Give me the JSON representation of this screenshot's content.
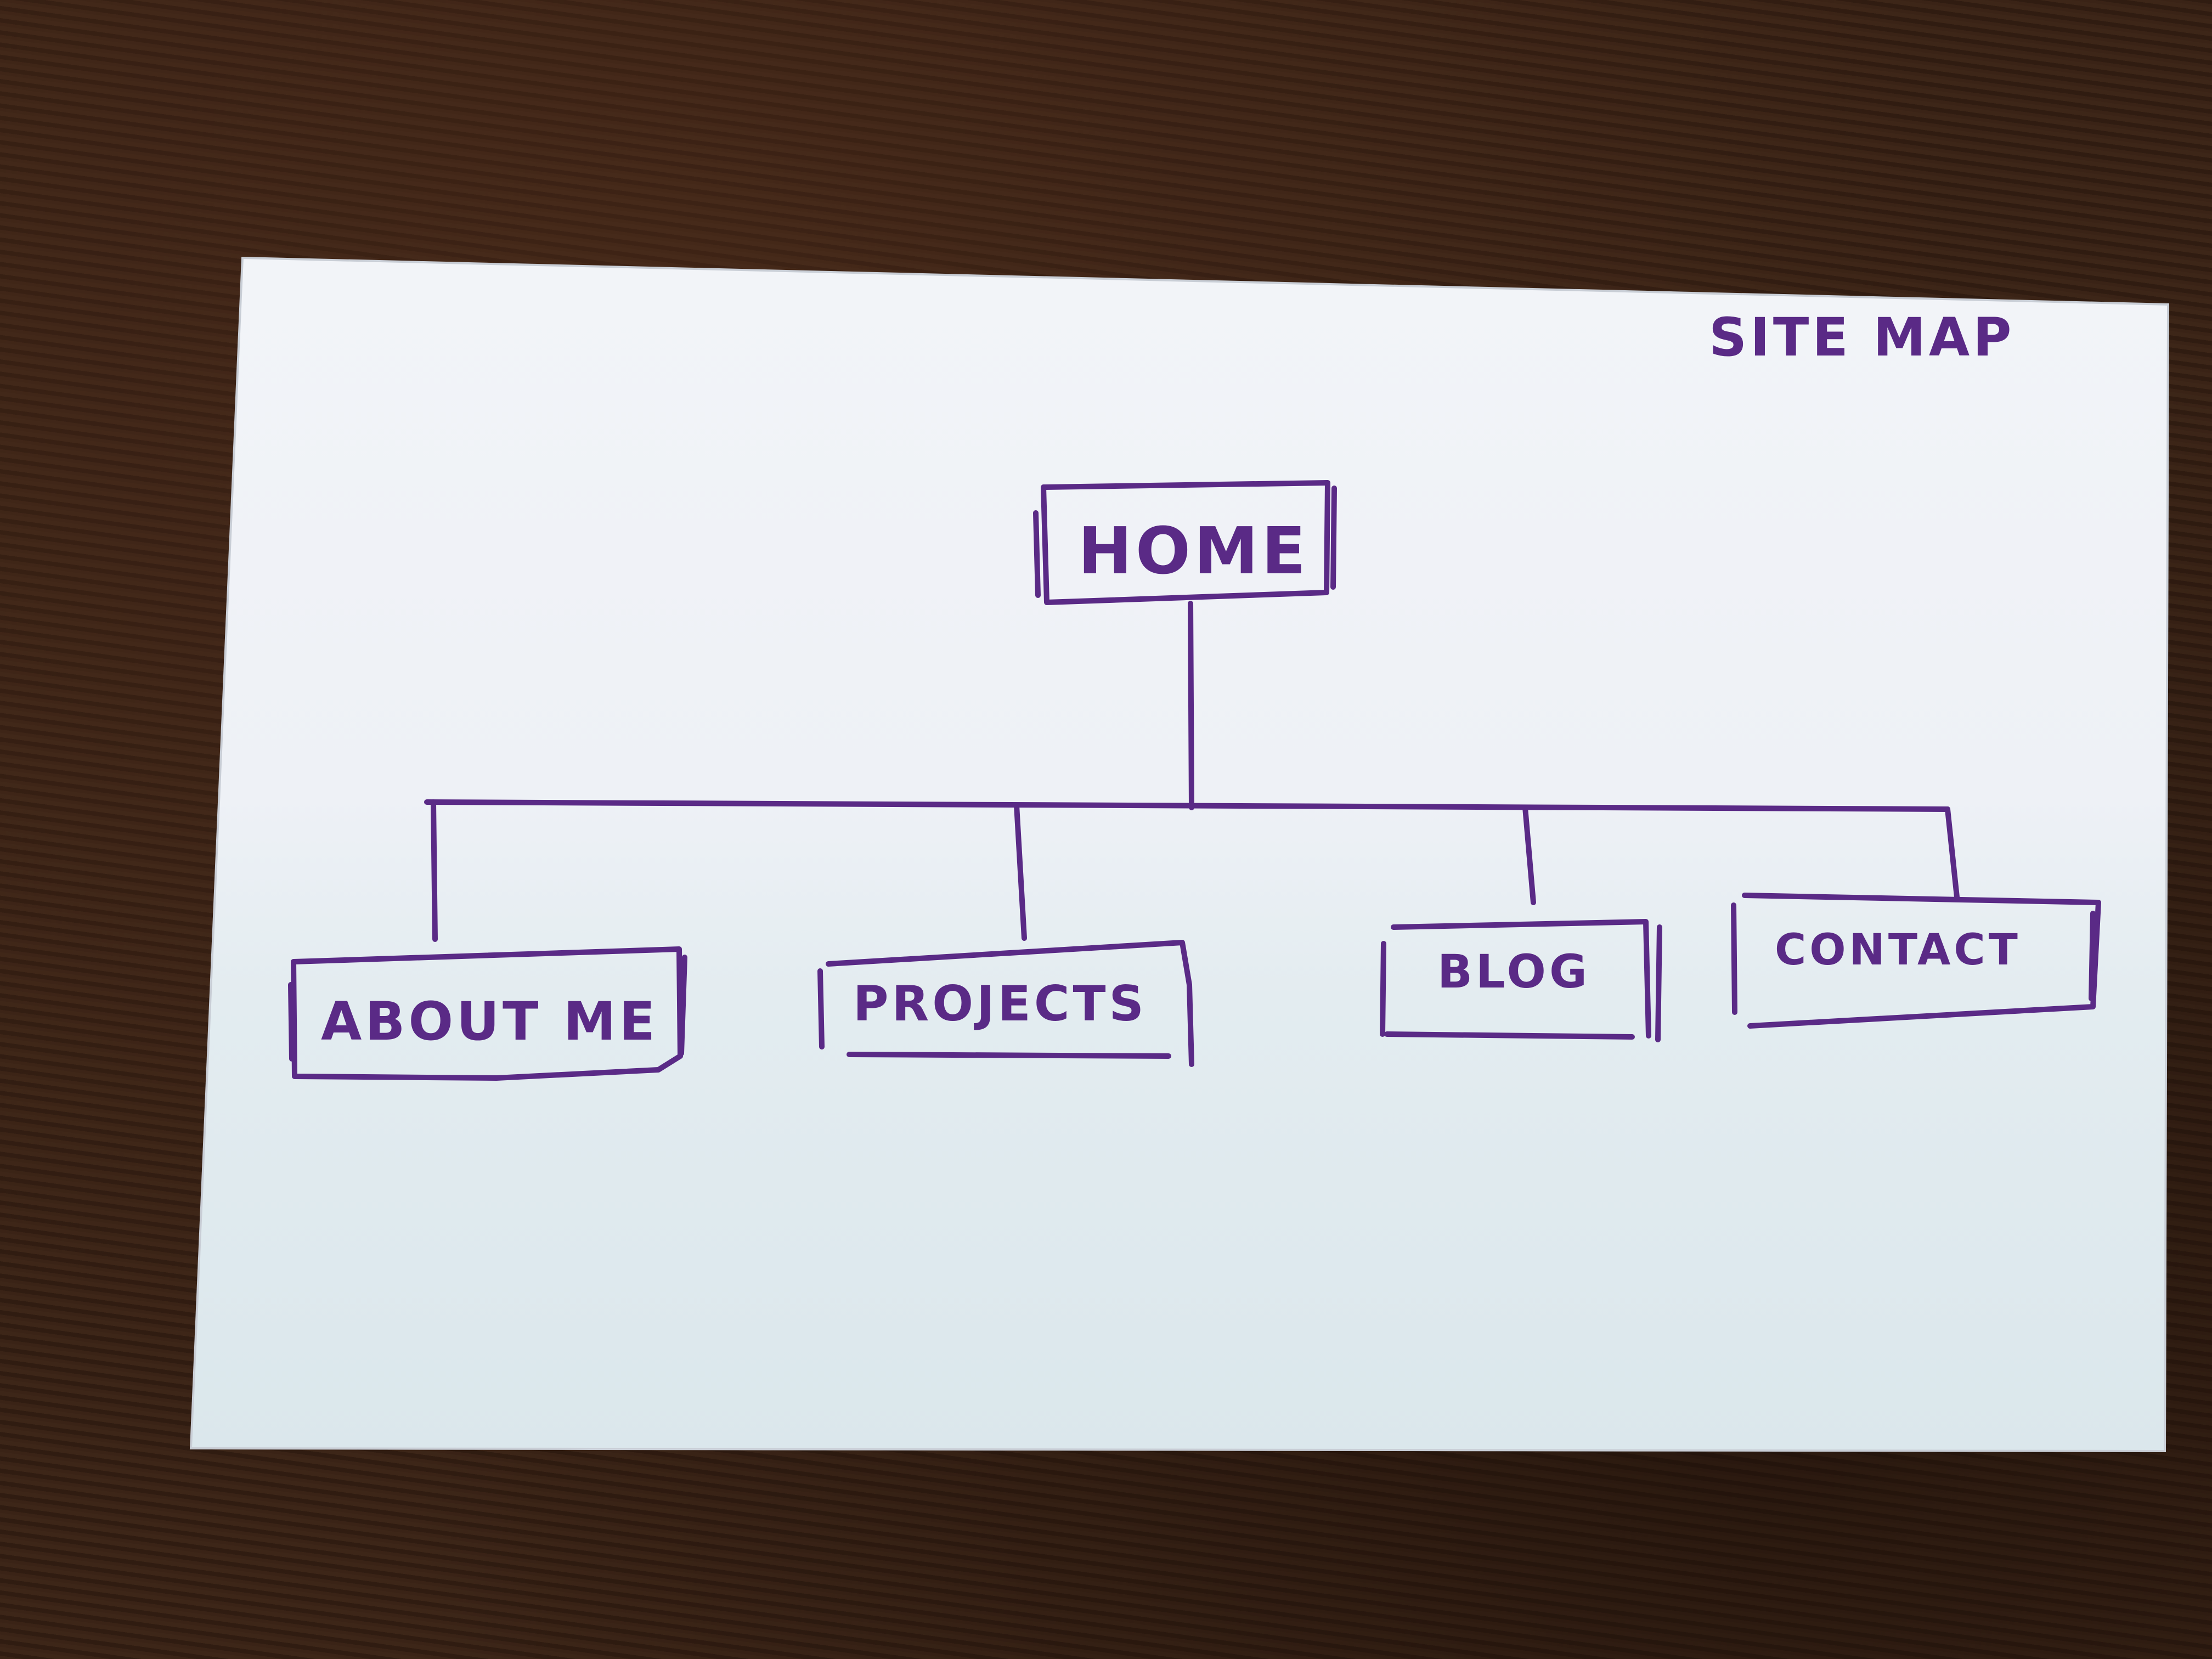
{
  "colors": {
    "ink": "#5a2a86",
    "card": "#eef1f6",
    "table": "#33200f"
  },
  "sitemap": {
    "title": "SITE MAP",
    "root": {
      "label": "HOME"
    },
    "children": [
      {
        "label": "ABOUT ME"
      },
      {
        "label": "PROJECTS"
      },
      {
        "label": "BLOG"
      },
      {
        "label": "CONTACT"
      }
    ]
  }
}
